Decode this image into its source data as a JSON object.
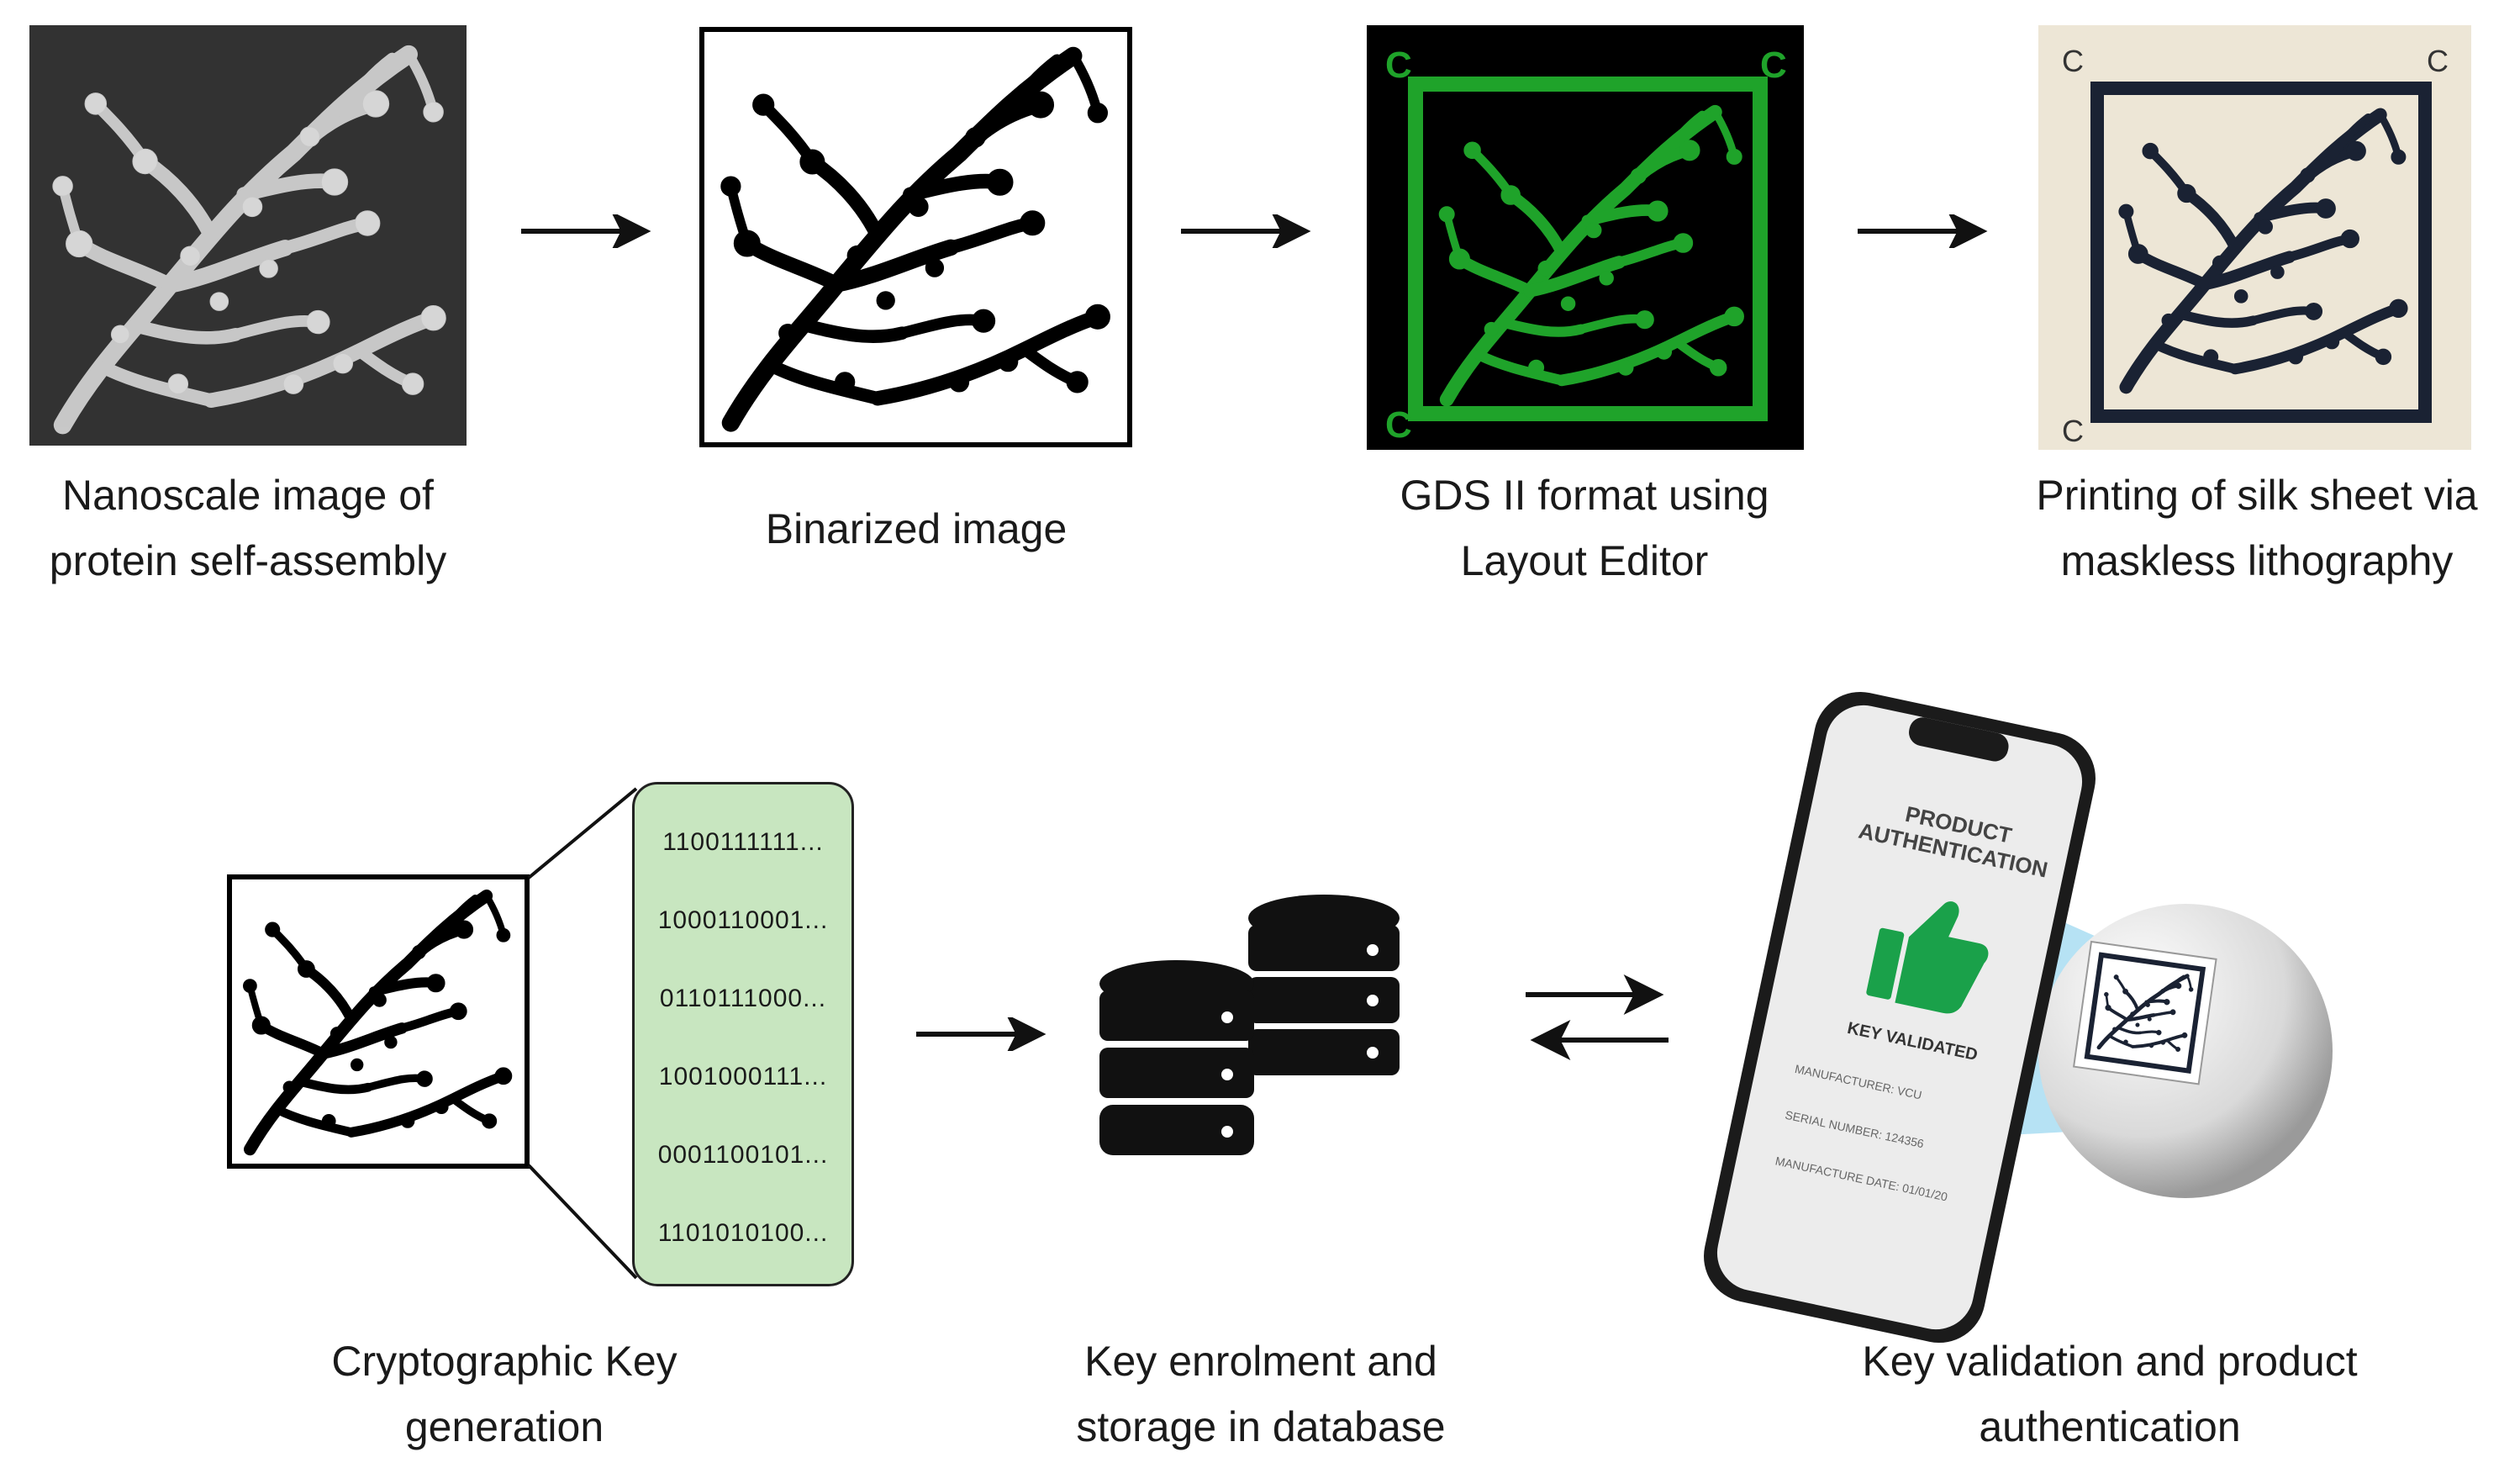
{
  "steps_top": [
    {
      "line1": "Nanoscale image of",
      "line2": "protein self-assembly"
    },
    {
      "line1": "Binarized image",
      "line2": ""
    },
    {
      "line1": "GDS II format using",
      "line2": "Layout Editor"
    },
    {
      "line1": "Printing of silk sheet via",
      "line2": "maskless lithography"
    }
  ],
  "steps_bottom": [
    {
      "line1": "Cryptographic Key",
      "line2": "generation"
    },
    {
      "line1": "Key enrolment and",
      "line2": "storage in database"
    },
    {
      "line1": "Key validation and product",
      "line2": "authentication"
    }
  ],
  "binary_keys": [
    "1100111111...",
    "1000110001...",
    "0110111000...",
    "1001000111...",
    "0001100101...",
    "1101010100..."
  ],
  "phone": {
    "title_line1": "PRODUCT",
    "title_line2": "AUTHENTICATION",
    "status": "KEY VALIDATED",
    "field1": "MANUFACTURER: VCU",
    "field2": "SERIAL NUMBER: 124356",
    "field3": "MANUFACTURE DATE: 01/01/20"
  },
  "gds_marker": "C",
  "colors": {
    "gds_green": "#1fa32a",
    "silk_bg": "#ede6d6",
    "key_green": "#c8e6c0",
    "thumb_green": "#1aa14a",
    "beam_blue": "#9ed8f0"
  }
}
